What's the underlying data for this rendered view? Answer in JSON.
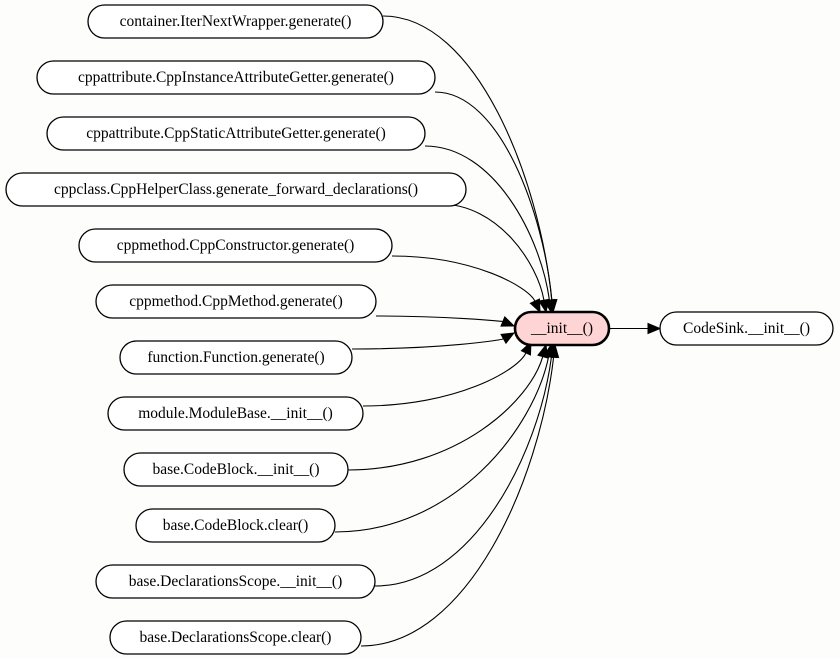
{
  "callers": [
    "container.IterNextWrapper.generate()",
    "cppattribute.CppInstanceAttributeGetter.generate()",
    "cppattribute.CppStaticAttributeGetter.generate()",
    "cppclass.CppHelperClass.generate_forward_declarations()",
    "cppmethod.CppConstructor.generate()",
    "cppmethod.CppMethod.generate()",
    "function.Function.generate()",
    "module.ModuleBase.__init__()",
    "base.CodeBlock.__init__()",
    "base.CodeBlock.clear()",
    "base.DeclarationsScope.__init__()",
    "base.DeclarationsScope.clear()"
  ],
  "focus": "__init__()",
  "callee": "CodeSink.__init__()",
  "colors": {
    "focus_fill": "#ffd4d4",
    "node_fill": "#ffffff",
    "edge": "#000000"
  }
}
